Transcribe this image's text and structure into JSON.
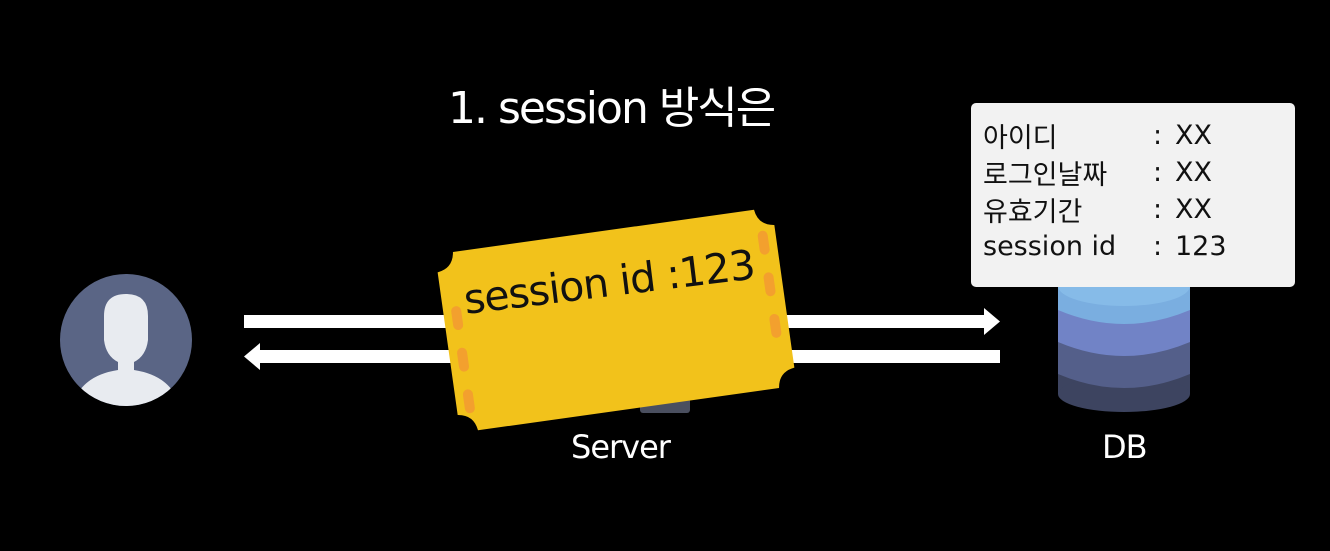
{
  "title": "1. session 방식은",
  "user": {
    "icon": "user-avatar-icon"
  },
  "server": {
    "label": "Server",
    "icon": "server-icon"
  },
  "db": {
    "label": "DB",
    "icon": "database-icon",
    "record": [
      {
        "key": "아이디",
        "sep": ":",
        "value": "XX"
      },
      {
        "key": "로그인날짜",
        "sep": ":",
        "value": "XX"
      },
      {
        "key": "유효기간",
        "sep": ":",
        "value": "XX"
      },
      {
        "key": "session id",
        "sep": ":",
        "value": "123"
      }
    ]
  },
  "ticket": {
    "text": "session id :123",
    "icon": "ticket-icon"
  },
  "colors": {
    "background": "#000000",
    "ticket": "#f2c21b",
    "ticket_dots": "#f3a02e",
    "avatar_bg": "#5a6585",
    "info_box": "#f2f2f2",
    "db_top": "#7aaee0",
    "db_layer2": "#7183c6",
    "db_layer3": "#545f8a",
    "db_layer4": "#3d4460"
  }
}
